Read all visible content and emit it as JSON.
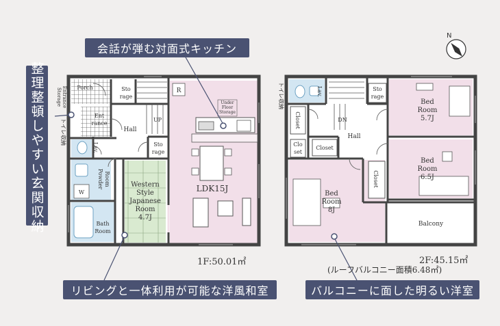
{
  "callouts": {
    "kitchen": "会話が弾む対面式キッチン",
    "entrance_storage": "整理整頓しやすい玄関収納",
    "washitsu": "リビングと一体利用が可能な洋風和室",
    "bedroom": "バルコニーに面した明るい洋室"
  },
  "floor1": {
    "area": "1F:50.01㎡",
    "rooms": {
      "porch": "Porch",
      "entrance_storage_1": "Entrance",
      "entrance_storage_2": "Storage",
      "entrance_1": "Ent",
      "entrance_2": "rance",
      "storage_a_1": "Sto",
      "storage_a_2": "rage",
      "storage_b_1": "Sto",
      "storage_b_2": "rage",
      "hall": "Hall",
      "up": "UP",
      "lav": "Lav.",
      "powder_room_1": "Powder",
      "powder_room_2": "Room",
      "washer": "W",
      "bath_1": "Bath",
      "bath_2": "Room",
      "western_1": "Western",
      "western_2": "Style",
      "western_3": "Japanese",
      "western_4": "Room",
      "western_5": "4.7J",
      "ldk": "LDK15J",
      "refrigerator": "R",
      "underfloor_1": "Under",
      "underfloor_2": "Floor",
      "underfloor_3": "Storage",
      "toilet_storage": "トイレ収納"
    }
  },
  "floor2": {
    "area": "2F:45.15㎡",
    "roof_balcony": "(ルーフバルコニー面積6.48㎡)",
    "rooms": {
      "lav": "Lav.",
      "storage_1": "Sto",
      "storage_2": "rage",
      "closet_a": "Closet",
      "closet_b_1": "Clo",
      "closet_b_2": "set",
      "closet_c": "Closet",
      "closet_d": "Closet",
      "dn": "DN",
      "hall": "Hall",
      "bed1_1": "Bed",
      "bed1_2": "Room",
      "bed1_3": "5.7J",
      "bed2_1": "Bed",
      "bed2_2": "Room",
      "bed2_3": "6.5J",
      "bed3_1": "Bed",
      "bed3_2": "Room",
      "bed3_3": "8J",
      "balcony": "Balcony",
      "toilet_storage": "トイレ収納"
    }
  },
  "compass": "N",
  "colors": {
    "callout_bg": "#4a5272",
    "pink": "#f2dfe9",
    "green": "#d9ead0",
    "blue": "#d3e6f2",
    "wall": "#444444",
    "background": "#f1efee"
  }
}
